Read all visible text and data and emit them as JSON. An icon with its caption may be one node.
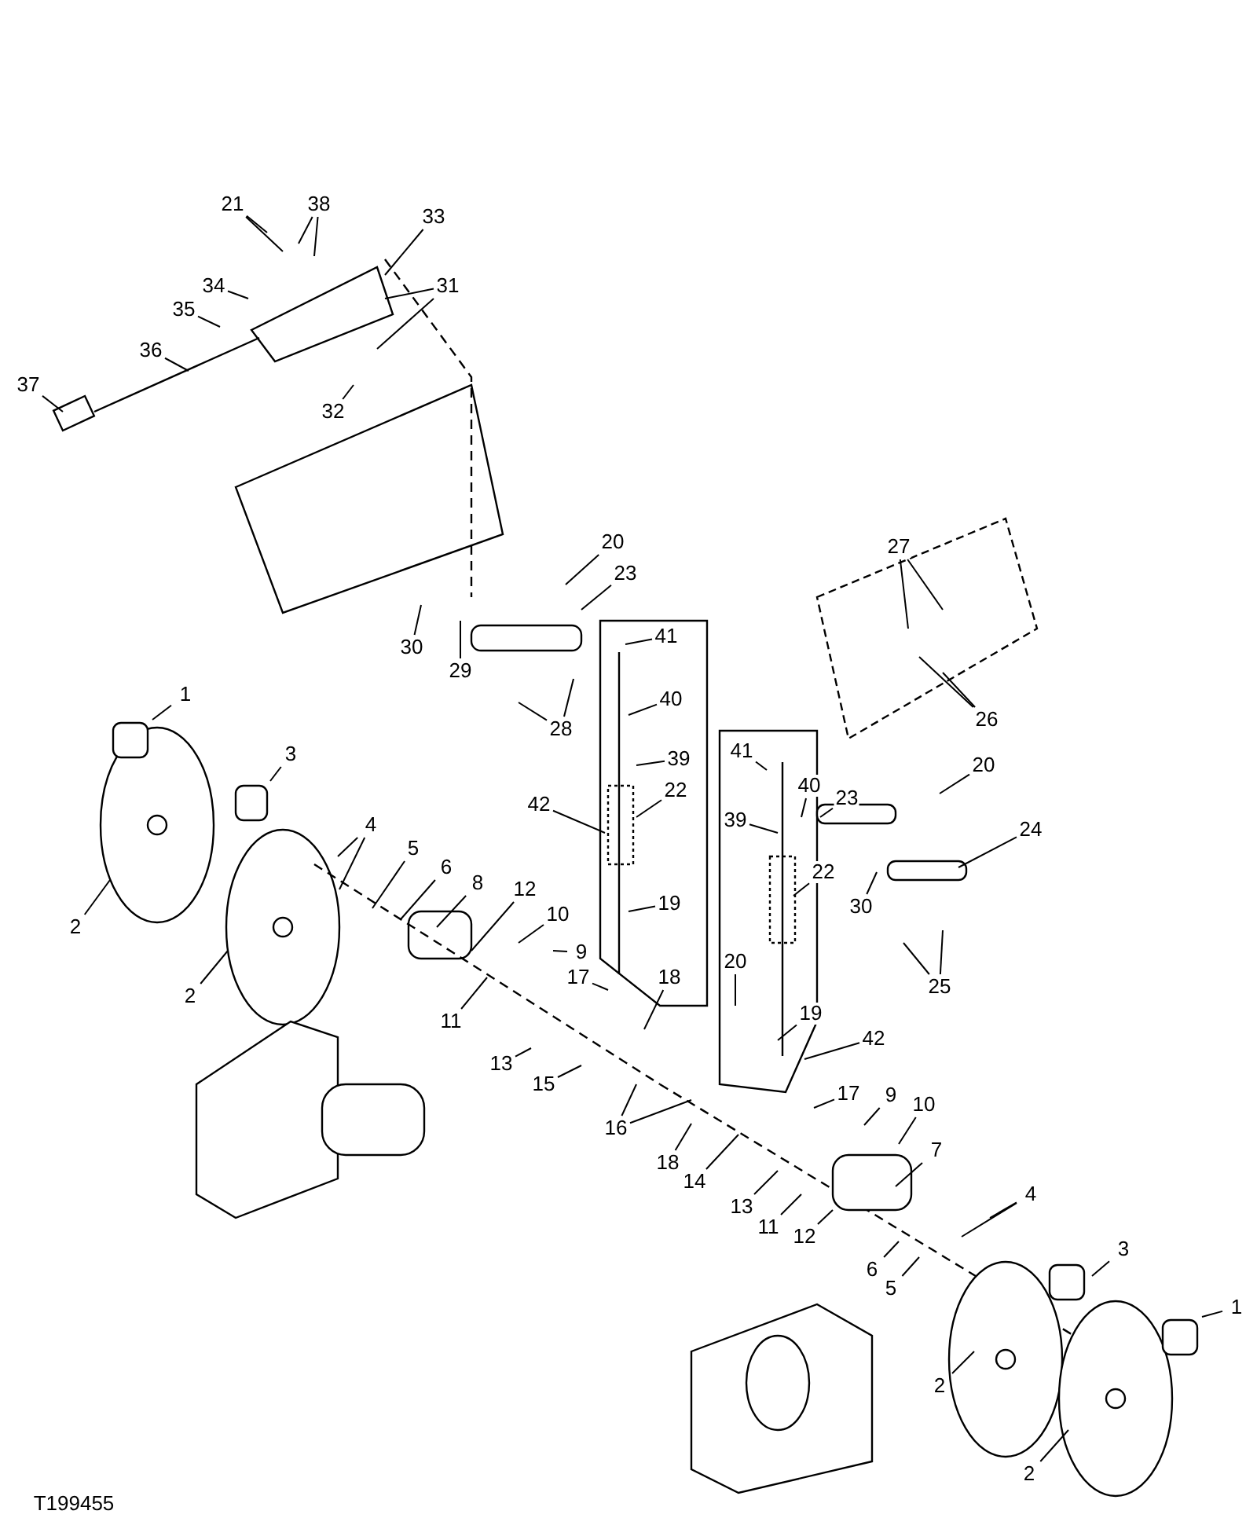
{
  "diagram": {
    "nodes": [
      {
        "text": [
          "21"
        ]
      },
      {
        "text": [
          "38"
        ]
      },
      {
        "text": [
          "33"
        ]
      },
      {
        "text": [
          "34"
        ]
      },
      {
        "text": [
          "35"
        ]
      },
      {
        "text": [
          "36"
        ]
      },
      {
        "text": [
          "37"
        ]
      },
      {
        "text": [
          "31"
        ]
      },
      {
        "text": [
          "32"
        ]
      },
      {
        "text": [
          "20"
        ]
      },
      {
        "text": [
          "23"
        ]
      },
      {
        "text": [
          "30"
        ]
      },
      {
        "text": [
          "29"
        ]
      },
      {
        "text": [
          "28"
        ]
      },
      {
        "text": [
          "41"
        ]
      },
      {
        "text": [
          "40"
        ]
      },
      {
        "text": [
          "39"
        ]
      },
      {
        "text": [
          "42"
        ]
      },
      {
        "text": [
          "22"
        ]
      },
      {
        "text": [
          "19"
        ]
      },
      {
        "text": [
          "1"
        ]
      },
      {
        "text": [
          "3"
        ]
      },
      {
        "text": [
          "4"
        ]
      },
      {
        "text": [
          "5"
        ]
      },
      {
        "text": [
          "6"
        ]
      },
      {
        "text": [
          "8"
        ]
      },
      {
        "text": [
          "12"
        ]
      },
      {
        "text": [
          "10"
        ]
      },
      {
        "text": [
          "9"
        ]
      },
      {
        "text": [
          "11"
        ]
      },
      {
        "text": [
          "2"
        ]
      },
      {
        "text": [
          "2"
        ]
      },
      {
        "text": [
          "17"
        ]
      },
      {
        "text": [
          "18"
        ]
      },
      {
        "text": [
          "13"
        ]
      },
      {
        "text": [
          "15"
        ]
      },
      {
        "text": [
          "20"
        ]
      },
      {
        "text": [
          "16"
        ]
      },
      {
        "text": [
          "27"
        ]
      },
      {
        "text": [
          "26"
        ]
      },
      {
        "text": [
          "41"
        ]
      },
      {
        "text": [
          "40"
        ]
      },
      {
        "text": [
          "39"
        ]
      },
      {
        "text": [
          "23"
        ]
      },
      {
        "text": [
          "20"
        ]
      },
      {
        "text": [
          "24"
        ]
      },
      {
        "text": [
          "22"
        ]
      },
      {
        "text": [
          "30"
        ]
      },
      {
        "text": [
          "25"
        ]
      },
      {
        "text": [
          "19"
        ]
      },
      {
        "text": [
          "42"
        ]
      },
      {
        "text": [
          "17"
        ]
      },
      {
        "text": [
          "9"
        ]
      },
      {
        "text": [
          "10"
        ]
      },
      {
        "text": [
          "18"
        ]
      },
      {
        "text": [
          "14"
        ]
      },
      {
        "text": [
          "13"
        ]
      },
      {
        "text": [
          "11"
        ]
      },
      {
        "text": [
          "12"
        ]
      },
      {
        "text": [
          "7"
        ]
      },
      {
        "text": [
          "4"
        ]
      },
      {
        "text": [
          "6"
        ]
      },
      {
        "text": [
          "5"
        ]
      },
      {
        "text": [
          "3"
        ]
      },
      {
        "text": [
          "1"
        ]
      },
      {
        "text": [
          "2"
        ]
      },
      {
        "text": [
          "2"
        ]
      }
    ],
    "edges": [
      {
        "from": 0,
        "to": null,
        "arrow": "none"
      },
      {
        "from": 0,
        "to": null,
        "arrow": "none"
      },
      {
        "from": 1,
        "to": null,
        "arrow": "none"
      },
      {
        "from": 1,
        "to": null,
        "arrow": "none"
      },
      {
        "from": 2,
        "to": null,
        "arrow": "none"
      },
      {
        "from": 3,
        "to": null,
        "arrow": "none"
      },
      {
        "from": 4,
        "to": null,
        "arrow": "none"
      },
      {
        "from": 5,
        "to": null,
        "arrow": "none"
      },
      {
        "from": 6,
        "to": null,
        "arrow": "none"
      },
      {
        "from": 7,
        "to": null,
        "arrow": "none"
      },
      {
        "from": 7,
        "to": null,
        "arrow": "none"
      },
      {
        "from": 8,
        "to": null,
        "arrow": "none"
      },
      {
        "from": 9,
        "to": null,
        "arrow": "none"
      },
      {
        "from": 10,
        "to": null,
        "arrow": "none"
      },
      {
        "from": 11,
        "to": null,
        "arrow": "none"
      },
      {
        "from": 12,
        "to": null,
        "arrow": "none"
      },
      {
        "from": 13,
        "to": null,
        "arrow": "none"
      },
      {
        "from": 13,
        "to": null,
        "arrow": "none"
      },
      {
        "from": 14,
        "to": null,
        "arrow": "none"
      },
      {
        "from": 15,
        "to": null,
        "arrow": "none"
      },
      {
        "from": 16,
        "to": null,
        "arrow": "none"
      },
      {
        "from": 17,
        "to": null,
        "arrow": "none"
      },
      {
        "from": 18,
        "to": null,
        "arrow": "none"
      },
      {
        "from": 19,
        "to": null,
        "arrow": "none"
      },
      {
        "from": 20,
        "to": null,
        "arrow": "none"
      },
      {
        "from": 21,
        "to": null,
        "arrow": "none"
      },
      {
        "from": 22,
        "to": null,
        "arrow": "none"
      },
      {
        "from": 22,
        "to": null,
        "arrow": "none"
      },
      {
        "from": 23,
        "to": null,
        "arrow": "none"
      },
      {
        "from": 24,
        "to": null,
        "arrow": "none"
      },
      {
        "from": 25,
        "to": null,
        "arrow": "none"
      },
      {
        "from": 26,
        "to": null,
        "arrow": "none"
      },
      {
        "from": 27,
        "to": null,
        "arrow": "none"
      },
      {
        "from": 28,
        "to": null,
        "arrow": "none"
      },
      {
        "from": 29,
        "to": null,
        "arrow": "none"
      },
      {
        "from": 30,
        "to": null,
        "arrow": "none"
      },
      {
        "from": 31,
        "to": null,
        "arrow": "none"
      },
      {
        "from": 32,
        "to": null,
        "arrow": "none"
      },
      {
        "from": 33,
        "to": null,
        "arrow": "none"
      },
      {
        "from": 34,
        "to": null,
        "arrow": "none"
      },
      {
        "from": 35,
        "to": null,
        "arrow": "none"
      },
      {
        "from": 36,
        "to": null,
        "arrow": "none"
      },
      {
        "from": 37,
        "to": null,
        "arrow": "none"
      },
      {
        "from": 37,
        "to": null,
        "arrow": "none"
      },
      {
        "from": 38,
        "to": null,
        "arrow": "none"
      },
      {
        "from": 38,
        "to": null,
        "arrow": "none"
      },
      {
        "from": 39,
        "to": null,
        "arrow": "none"
      },
      {
        "from": 39,
        "to": null,
        "arrow": "none"
      },
      {
        "from": 40,
        "to": null,
        "arrow": "none"
      },
      {
        "from": 41,
        "to": null,
        "arrow": "none"
      },
      {
        "from": 42,
        "to": null,
        "arrow": "none"
      },
      {
        "from": 43,
        "to": null,
        "arrow": "none"
      },
      {
        "from": 44,
        "to": null,
        "arrow": "none"
      },
      {
        "from": 45,
        "to": null,
        "arrow": "none"
      },
      {
        "from": 46,
        "to": null,
        "arrow": "none"
      },
      {
        "from": 47,
        "to": null,
        "arrow": "none"
      },
      {
        "from": 48,
        "to": null,
        "arrow": "none"
      },
      {
        "from": 48,
        "to": null,
        "arrow": "none"
      },
      {
        "from": 49,
        "to": null,
        "arrow": "none"
      },
      {
        "from": 50,
        "to": null,
        "arrow": "none"
      },
      {
        "from": 51,
        "to": null,
        "arrow": "none"
      },
      {
        "from": 52,
        "to": null,
        "arrow": "none"
      },
      {
        "from": 53,
        "to": null,
        "arrow": "none"
      },
      {
        "from": 54,
        "to": null,
        "arrow": "none"
      },
      {
        "from": 55,
        "to": null,
        "arrow": "none"
      },
      {
        "from": 56,
        "to": null,
        "arrow": "none"
      },
      {
        "from": 57,
        "to": null,
        "arrow": "none"
      },
      {
        "from": 58,
        "to": null,
        "arrow": "none"
      },
      {
        "from": 59,
        "to": null,
        "arrow": "none"
      },
      {
        "from": 60,
        "to": null,
        "arrow": "none"
      },
      {
        "from": 60,
        "to": null,
        "arrow": "none"
      },
      {
        "from": 61,
        "to": null,
        "arrow": "none"
      },
      {
        "from": 62,
        "to": null,
        "arrow": "none"
      },
      {
        "from": 63,
        "to": null,
        "arrow": "none"
      },
      {
        "from": 64,
        "to": null,
        "arrow": "none"
      },
      {
        "from": 65,
        "to": null,
        "arrow": "none"
      },
      {
        "from": 66,
        "to": null,
        "arrow": "none"
      }
    ],
    "labels": [
      "T199455"
    ]
  }
}
